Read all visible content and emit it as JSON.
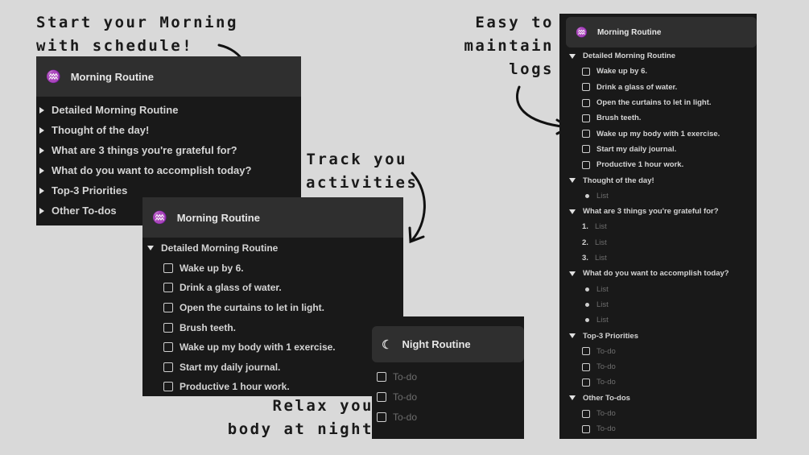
{
  "captions": {
    "morning": [
      "Start your Morning",
      "with schedule!"
    ],
    "track": [
      "Track you",
      "activities"
    ],
    "logs": [
      "Easy to",
      "maintain",
      "logs"
    ],
    "relax": [
      "Relax you",
      "body at night"
    ]
  },
  "panel_collapsed": {
    "title": "Morning Routine",
    "icon": "sunrise-icon",
    "rows": [
      {
        "type": "toggle",
        "open": false,
        "text": "Detailed Morning Routine"
      },
      {
        "type": "toggle",
        "open": false,
        "text": "Thought of the day!"
      },
      {
        "type": "toggle",
        "open": false,
        "text": "What are 3 things you're grateful for?"
      },
      {
        "type": "toggle",
        "open": false,
        "text": "What do you want to accomplish today?"
      },
      {
        "type": "toggle",
        "open": false,
        "text": "Top-3 Priorities"
      },
      {
        "type": "toggle",
        "open": false,
        "text": "Other To-dos"
      }
    ]
  },
  "panel_expanded": {
    "title": "Morning Routine",
    "icon": "sunrise-icon",
    "rows": [
      {
        "type": "toggle",
        "open": true,
        "text": "Detailed Morning Routine"
      },
      {
        "type": "check",
        "text": "Wake up by 6."
      },
      {
        "type": "check",
        "text": "Drink a glass of water."
      },
      {
        "type": "check",
        "text": "Open the curtains to let in light."
      },
      {
        "type": "check",
        "text": "Brush teeth."
      },
      {
        "type": "check",
        "text": "Wake up my body with 1 exercise."
      },
      {
        "type": "check",
        "text": "Start my daily journal."
      },
      {
        "type": "check",
        "text": "Productive 1 hour work."
      }
    ]
  },
  "panel_night": {
    "title": "Night Routine",
    "icon": "moon-icon",
    "rows": [
      {
        "type": "check",
        "text": "To-do",
        "placeholder": true
      },
      {
        "type": "check",
        "text": "To-do",
        "placeholder": true
      },
      {
        "type": "check",
        "text": "To-do",
        "placeholder": true
      }
    ]
  },
  "panel_full": {
    "title": "Morning Routine",
    "icon": "sunrise-icon",
    "rows": [
      {
        "type": "toggle",
        "open": true,
        "text": "Detailed Morning Routine"
      },
      {
        "type": "check",
        "text": "Wake up by 6."
      },
      {
        "type": "check",
        "text": "Drink a glass of water."
      },
      {
        "type": "check",
        "text": "Open the curtains to let in light."
      },
      {
        "type": "check",
        "text": "Brush teeth."
      },
      {
        "type": "check",
        "text": "Wake up my body with 1 exercise."
      },
      {
        "type": "check",
        "text": "Start my daily journal."
      },
      {
        "type": "check",
        "text": "Productive 1 hour work."
      },
      {
        "type": "toggle",
        "open": true,
        "text": "Thought of the day!"
      },
      {
        "type": "bullet",
        "text": "List",
        "placeholder": true
      },
      {
        "type": "toggle",
        "open": true,
        "text": "What are 3 things you're grateful for?"
      },
      {
        "type": "number",
        "num": "1.",
        "text": "List",
        "placeholder": true
      },
      {
        "type": "number",
        "num": "2.",
        "text": "List",
        "placeholder": true
      },
      {
        "type": "number",
        "num": "3.",
        "text": "List",
        "placeholder": true
      },
      {
        "type": "toggle",
        "open": true,
        "text": "What do you want to accomplish today?"
      },
      {
        "type": "bullet",
        "text": "List",
        "placeholder": true
      },
      {
        "type": "bullet",
        "text": "List",
        "placeholder": true
      },
      {
        "type": "bullet",
        "text": "List",
        "placeholder": true
      },
      {
        "type": "toggle",
        "open": true,
        "text": "Top-3 Priorities"
      },
      {
        "type": "check",
        "text": "To-do",
        "placeholder": true
      },
      {
        "type": "check",
        "text": "To-do",
        "placeholder": true
      },
      {
        "type": "check",
        "text": "To-do",
        "placeholder": true
      },
      {
        "type": "toggle",
        "open": true,
        "text": "Other To-dos"
      },
      {
        "type": "check",
        "text": "To-do",
        "placeholder": true
      },
      {
        "type": "check",
        "text": "To-do",
        "placeholder": true
      }
    ]
  }
}
